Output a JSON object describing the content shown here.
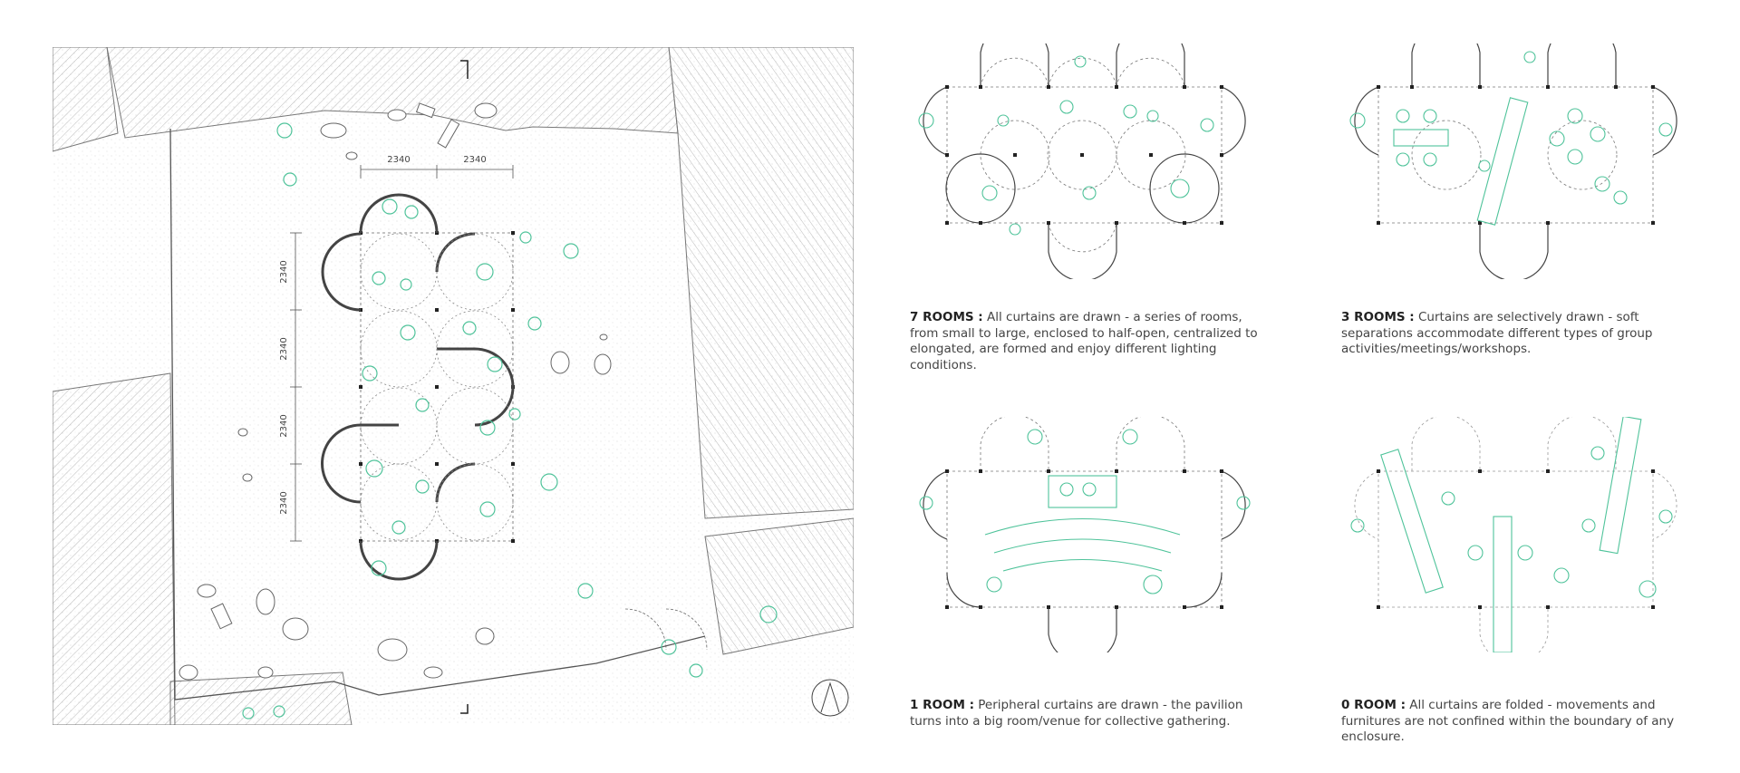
{
  "site_plan": {
    "dimensions_horizontal": [
      "2340",
      "2340"
    ],
    "dimensions_vertical": [
      "2340",
      "2340",
      "2340",
      "2340"
    ]
  },
  "captions": [
    {
      "key": "7",
      "title": "7 ROOMS :",
      "text": " All curtains are drawn - a series of rooms, from small to large, enclosed to half-open, centralized to elongated, are formed and enjoy different lighting conditions."
    },
    {
      "key": "3",
      "title": "3 ROOMS :",
      "text": " Curtains are selectively drawn - soft separations accommodate different types of group activities/meetings/workshops."
    },
    {
      "key": "1",
      "title": "1 ROOM :",
      "text": " Peripheral curtains are drawn - the pavilion turns into a big room/venue for collective gathering."
    },
    {
      "key": "0",
      "title": "0 ROOM :",
      "text": " All curtains are folded - movements and furnitures are not confined within the boundary of any enclosure."
    }
  ],
  "colors": {
    "figure": "#4fc39a",
    "line": "#555555",
    "hatch": "#9a9a9a"
  }
}
